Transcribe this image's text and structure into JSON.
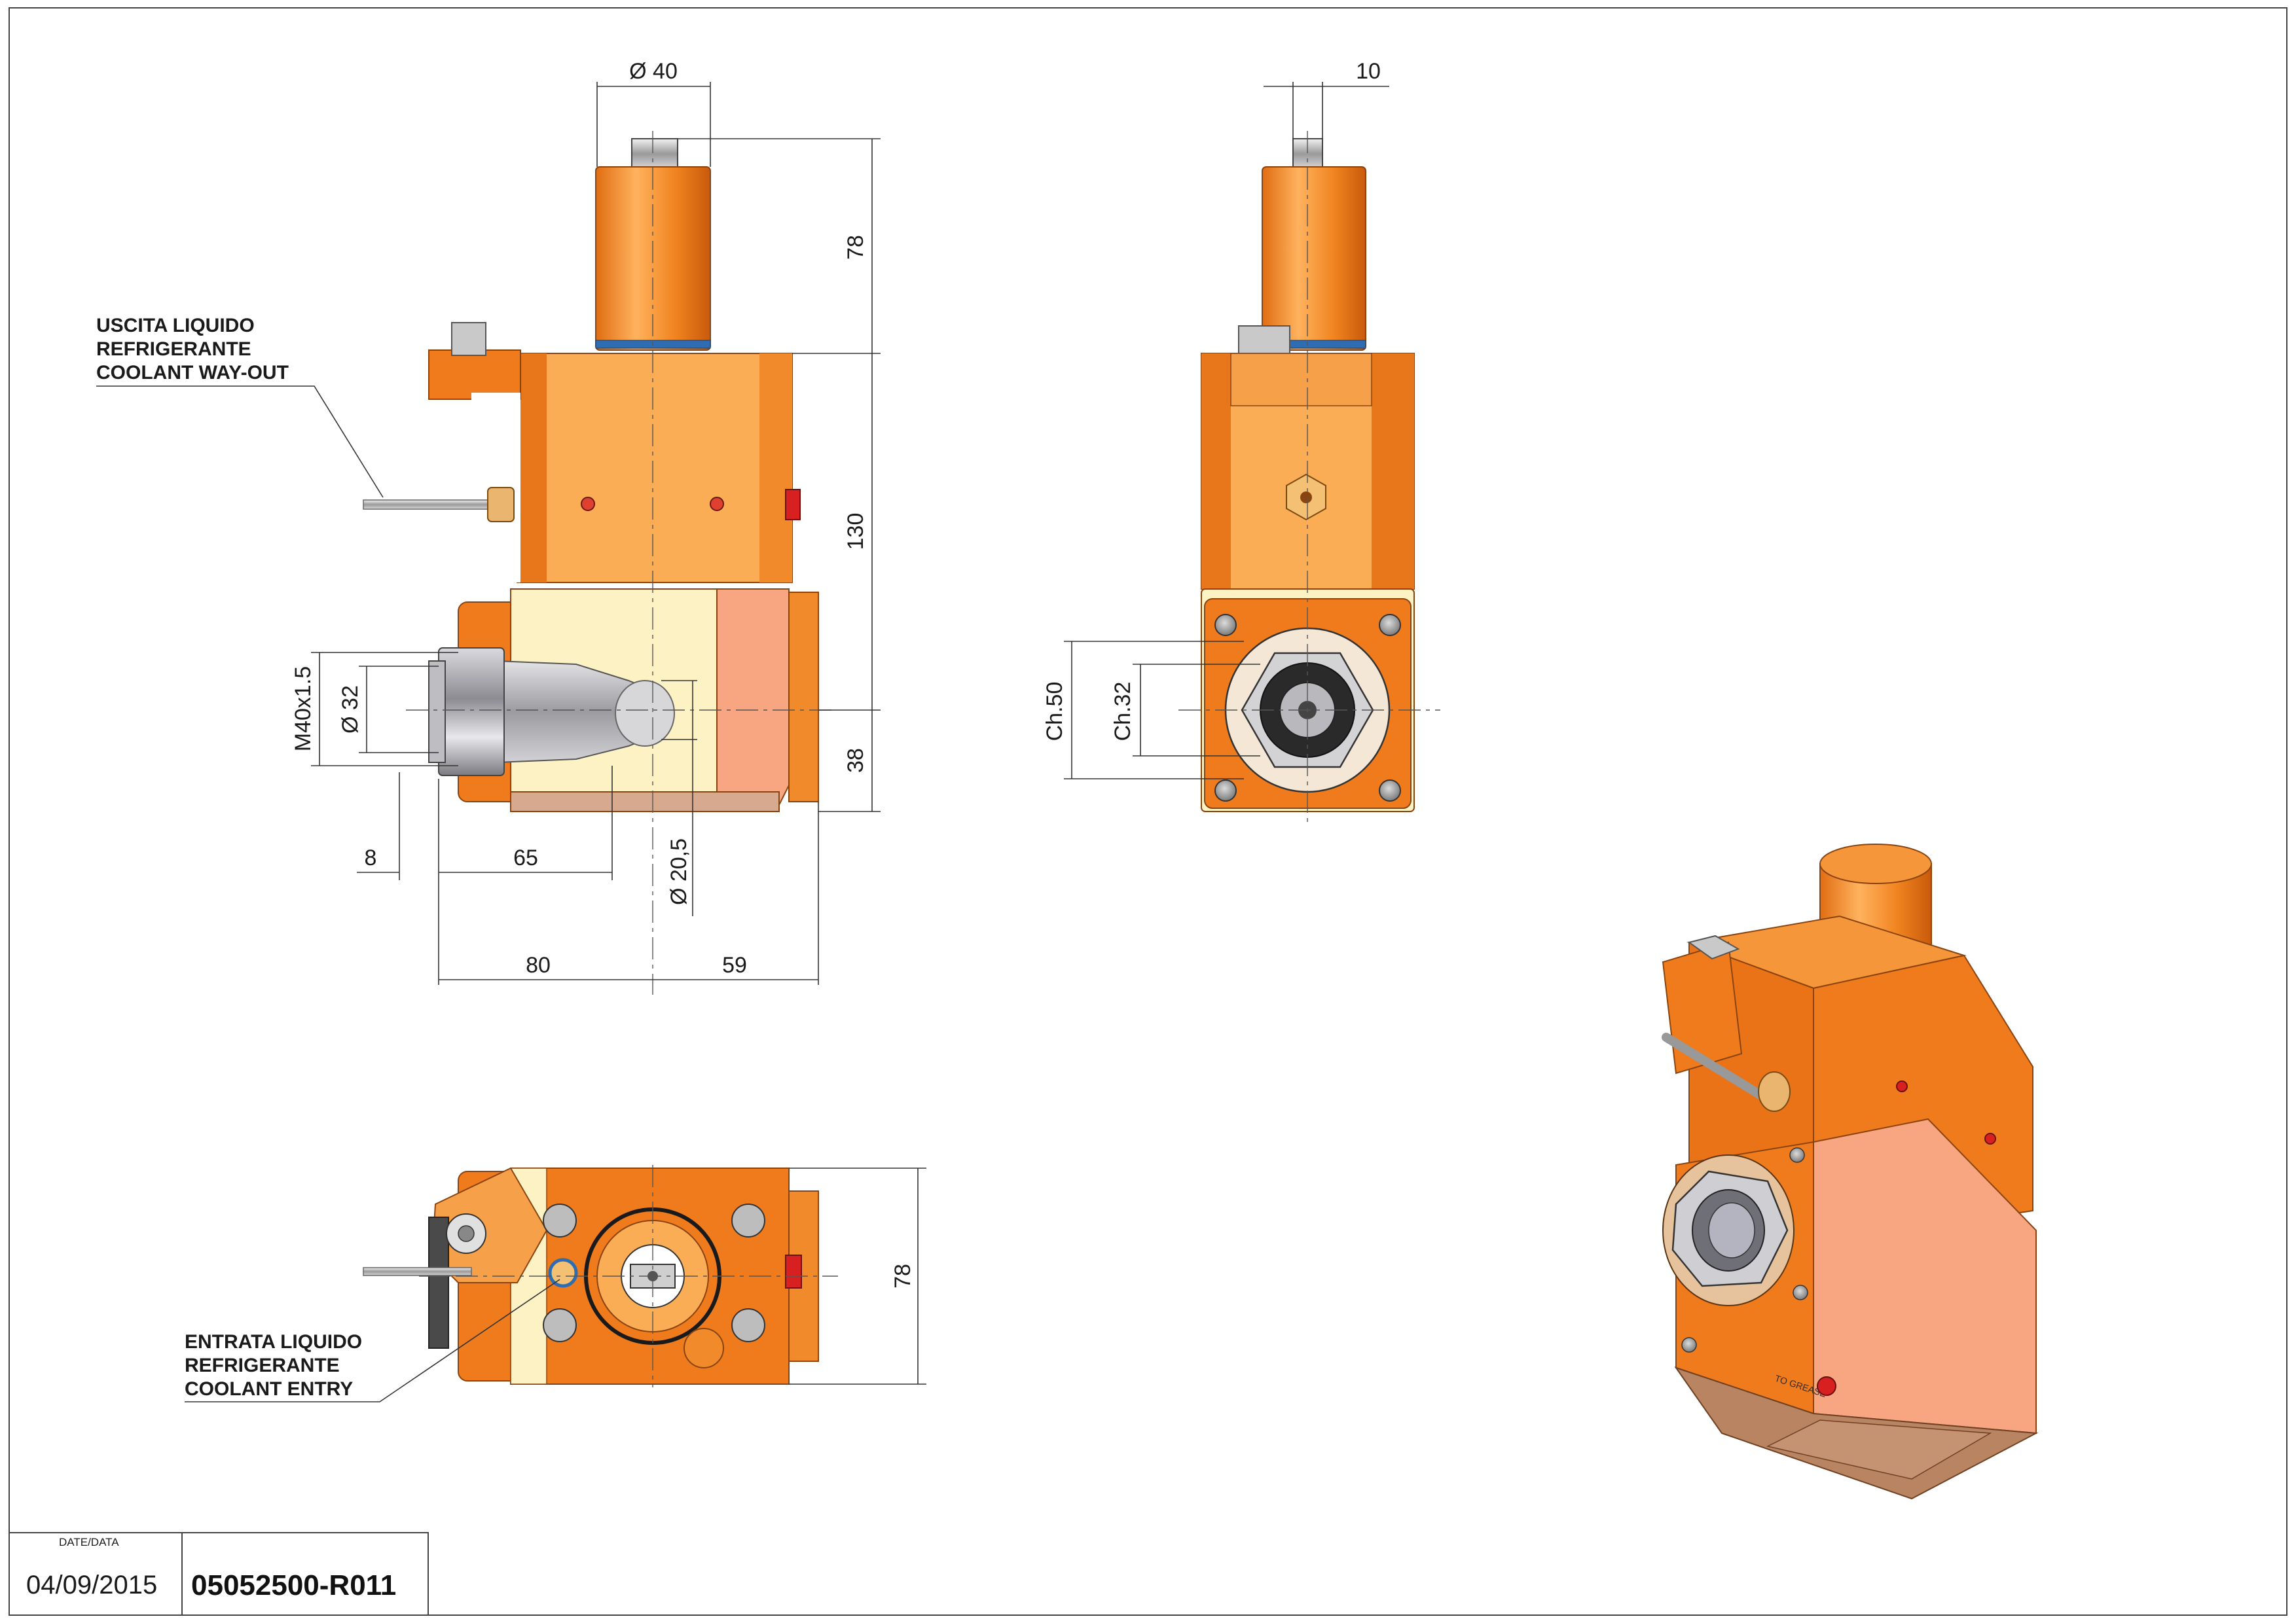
{
  "notes": {
    "coolant_out": [
      "USCITA LIQUIDO",
      "REFRIGERANTE",
      "COOLANT WAY-OUT"
    ],
    "coolant_in": [
      "ENTRATA LIQUIDO",
      "REFRIGERANTE",
      "COOLANT ENTRY"
    ]
  },
  "dimensions": {
    "front": {
      "shank_dia": "Ø 40",
      "shank_height": "78",
      "body_height": "130",
      "lower_height": "38",
      "thread": "M40x1.5",
      "collet_dia": "Ø 32",
      "d8": "8",
      "d65": "65",
      "spindle_dia": "Ø 20,5",
      "d80": "80",
      "d59": "59"
    },
    "side": {
      "key_width": "10",
      "ch50": "Ch.50",
      "ch32": "Ch.32"
    },
    "top": {
      "depth": "78"
    }
  },
  "iso_label": "TO GREASE",
  "title_block": {
    "date_label": "DATE/DATA",
    "date": "04/09/2015",
    "code": "05052500-R011"
  },
  "colors": {
    "orange": "#f2872a",
    "light_orange": "#fbad55",
    "cream": "#fdf2c4",
    "salmon": "#f7a681",
    "steel": "#a8a8ae",
    "red": "#d92020",
    "blue_ring": "#2f6db3"
  }
}
